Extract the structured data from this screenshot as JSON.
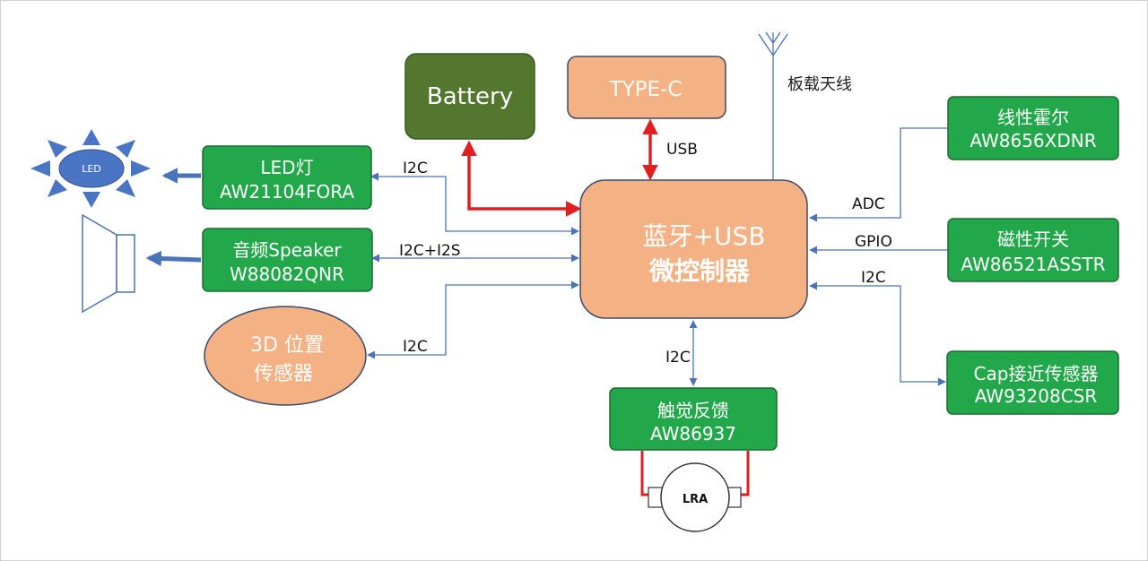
{
  "colors": {
    "green": "#22a84a",
    "green_border": "#1c6b33",
    "battery": "#53772f",
    "battery_border": "#3a5a20",
    "orange": "#f4b183",
    "orange_border": "#3b4a6b",
    "connector": "#4a73b8",
    "power": "#e02020",
    "led_blue": "#4a74c4"
  },
  "blocks": {
    "battery": "Battery",
    "typec": "TYPE-C",
    "mcu_line1": "蓝牙+USB",
    "mcu_line2": "微控制器",
    "led_driver_line1": "LED灯",
    "led_driver_line2": "AW21104FORA",
    "speaker_line1": "音频Speaker",
    "speaker_line2": "W88082QNR",
    "sensor3d_line1": "3D 位置",
    "sensor3d_line2": "传感器",
    "haptic_line1": "触觉反馈",
    "haptic_line2": "AW86937",
    "hall_line1": "线性霍尔",
    "hall_line2": "AW8656XDNR",
    "magswitch_line1": "磁性开关",
    "magswitch_line2": "AW86521ASSTR",
    "cap_line1": "Cap接近传感器",
    "cap_line2": "AW93208CSR",
    "lra": "LRA",
    "led_icon": "LED",
    "antenna": "板载天线"
  },
  "labels": {
    "usb": "USB",
    "i2c_led": "I2C",
    "i2c_i2s": "I2C+I2S",
    "i2c_3d": "I2C",
    "i2c_haptic": "I2C",
    "adc": "ADC",
    "gpio": "GPIO",
    "i2c_cap": "I2C"
  }
}
